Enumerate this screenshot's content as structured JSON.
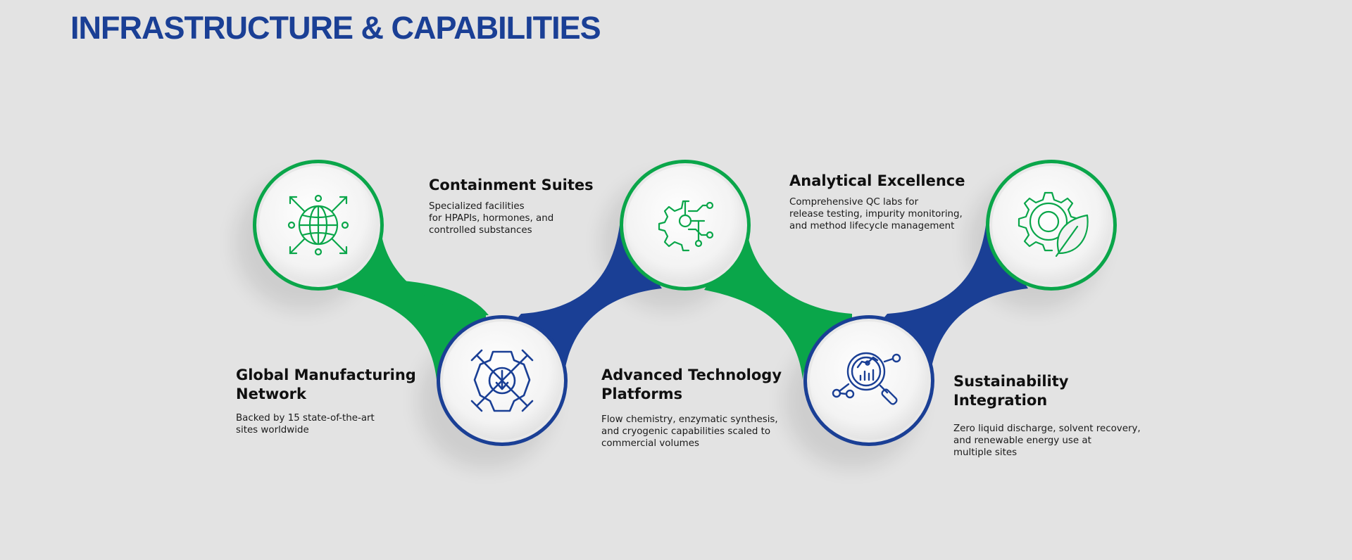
{
  "title": "INFRASTRUCTURE & CAPABILITIES",
  "colors": {
    "green": "#0aa64a",
    "blue": "#1a3f95",
    "background": "#e3e3e3",
    "title": "#1a3f95"
  },
  "steps": [
    {
      "title_line1": "Global Manufacturing",
      "title_line2": "Network",
      "desc_line1": "Backed by 15 state-of-the-art",
      "desc_line2": "sites worldwide",
      "icon": "globe-network-icon",
      "color": "green"
    },
    {
      "title_line1": "Containment Suites",
      "title_line2": "",
      "desc_line1": "Specialized facilities",
      "desc_line2": "for HPAPIs, hormones, and",
      "desc_line3": "controlled substances",
      "icon": "containment-gear-icon",
      "color": "blue"
    },
    {
      "title_line1": "Advanced Technology",
      "title_line2": "Platforms",
      "desc_line1": "Flow chemistry, enzymatic synthesis,",
      "desc_line2": "and cryogenic capabilities scaled to",
      "desc_line3": "commercial volumes",
      "icon": "tech-circuit-gear-icon",
      "color": "green"
    },
    {
      "title_line1": "Analytical Excellence",
      "title_line2": "",
      "desc_line1": "Comprehensive QC labs for",
      "desc_line2": "release testing, impurity monitoring,",
      "desc_line3": "and method lifecycle management",
      "icon": "analytics-magnifier-icon",
      "color": "blue"
    },
    {
      "title_line1": "Sustainability Integration",
      "title_line2": "",
      "desc_line1": "Zero liquid discharge, solvent recovery,",
      "desc_line2": "and renewable energy use at",
      "desc_line3": "multiple sites",
      "icon": "gear-leaf-icon",
      "color": "green"
    }
  ]
}
